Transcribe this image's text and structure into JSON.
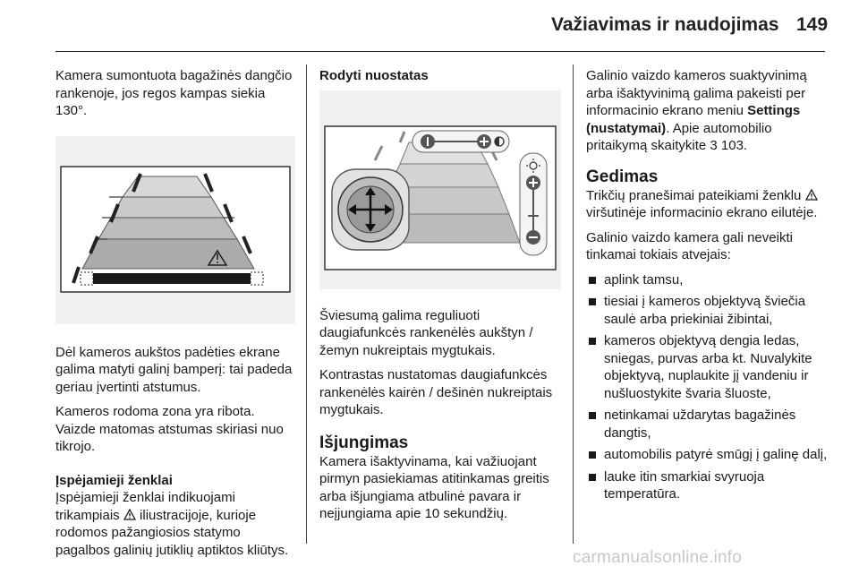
{
  "header": {
    "title": "Važiavimas ir naudojimas",
    "page_number": "149"
  },
  "col1": {
    "p1": "Kamera sumontuota bagažinės dangčio rankenoje, jos regos kampas siekia 130°.",
    "p2": "Dėl kameros aukštos padėties ekrane galima matyti galinį bamperį: tai padeda geriau įvertinti atstumus.",
    "p3": "Kameros rodoma zona yra ribota. Vaizde matomas atstumas skiriasi nuo tikrojo.",
    "warning_title": "Įspėjamieji ženklai",
    "warning_before": "Įspėjamieji ženklai indikuojami trikampiais ",
    "warning_after": " iliustracijoje, kurioje rodomos pažangiosios statymo pagalbos galinių jutiklių aptiktos kliūtys."
  },
  "col2": {
    "settings_title": "Rodyti nuostatas",
    "p_brightness": "Šviesumą galima reguliuoti daugiafunkcės rankenėlės aukštyn / žemyn nukreiptais mygtukais.",
    "p_contrast": "Kontrastas nustatomas daugiafunkcės rankenėlės kairėn / dešinėn nukreiptais mygtukais.",
    "off_heading": "Išjungimas",
    "p_off": "Kamera išaktyvinama, kai važiuojant pirmyn pasiekiamas atitinkamas greitis arba išjungiama atbulinė pavara ir neįjungiama apie 10 sekundžių."
  },
  "col3": {
    "p_activation_before": "Galinio vaizdo kameros suaktyvinimą arba išaktyvinimą galima pakeisti per informacinio ekrano meniu ",
    "settings_label": "Settings (nustatymai)",
    "p_activation_mid": ". Apie automobilio pritaikymą skaitykite ",
    "ref_arrow": "3",
    "ref_page": " 103.",
    "faults_heading": "Gedimas",
    "faults_before": "Trikčių pranešimai pateikiami ženklu ",
    "faults_after": " viršutinėje informacinio ekrano eilutėje.",
    "p_may_fail": "Galinio vaizdo kamera gali neveikti tinkamai tokiais atvejais:",
    "bullets": [
      "aplink tamsu,",
      "tiesiai į kameros objektyvą šviečia saulė arba priekiniai žibintai,",
      "kameros objektyvą dengia ledas, sniegas, purvas arba kt. Nuvalykite objektyvą, nuplaukite jį vandeniu ir nušluostykite švaria šluoste,",
      "netinkamai uždarytas bagažinės dangtis,",
      "automobilis patyrė smūgį į galinę dalį,",
      "lauke itin smarkiai svyruoja temperatūra."
    ]
  },
  "watermark": "carmanualsonline.info"
}
